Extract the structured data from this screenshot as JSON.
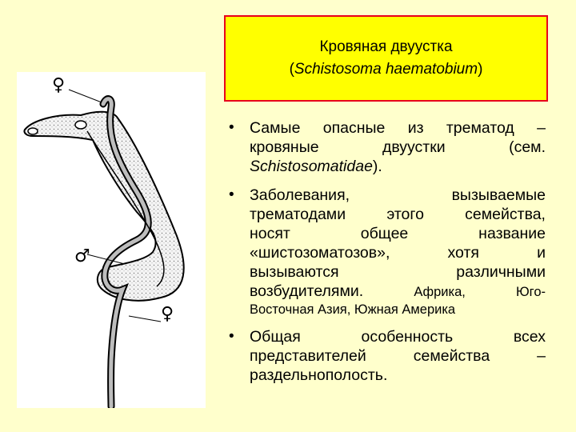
{
  "title": {
    "line1": "Кровяная двуустка",
    "line2_open": "(",
    "line2_italic": "Schistosoma haematobium",
    "line2_close": ")"
  },
  "figure": {
    "female_symbol_top": "♀",
    "male_symbol": "♂",
    "female_symbol_bottom": "♀"
  },
  "bullets": {
    "b1": {
      "l1": [
        "Самые",
        "опасные",
        "из",
        "трематод",
        "–"
      ],
      "l2": [
        "кровяные",
        "двуустки",
        "(сем."
      ],
      "l3_italic": "Schistosomatidae",
      "l3_tail": ")."
    },
    "b2": {
      "l1": [
        "Заболевания,",
        "вызываемые"
      ],
      "l2": [
        "трематодами",
        "этого",
        "семейства,"
      ],
      "l3": [
        "носят",
        "общее",
        "название"
      ],
      "l4": [
        "«шистозоматозов»,",
        "хотя",
        "и"
      ],
      "l5": [
        "вызываются",
        "различными"
      ],
      "l6_main": "возбудителями.",
      "l6_small1": "Африка,",
      "l6_small2": "Юго-",
      "l7_small": "Восточная Азия, Южная Америка"
    },
    "b3": {
      "l1": [
        "Общая",
        "особенность",
        "всех"
      ],
      "l2": [
        "представителей",
        "семейства",
        "–"
      ],
      "l3": "раздельнополость."
    }
  }
}
